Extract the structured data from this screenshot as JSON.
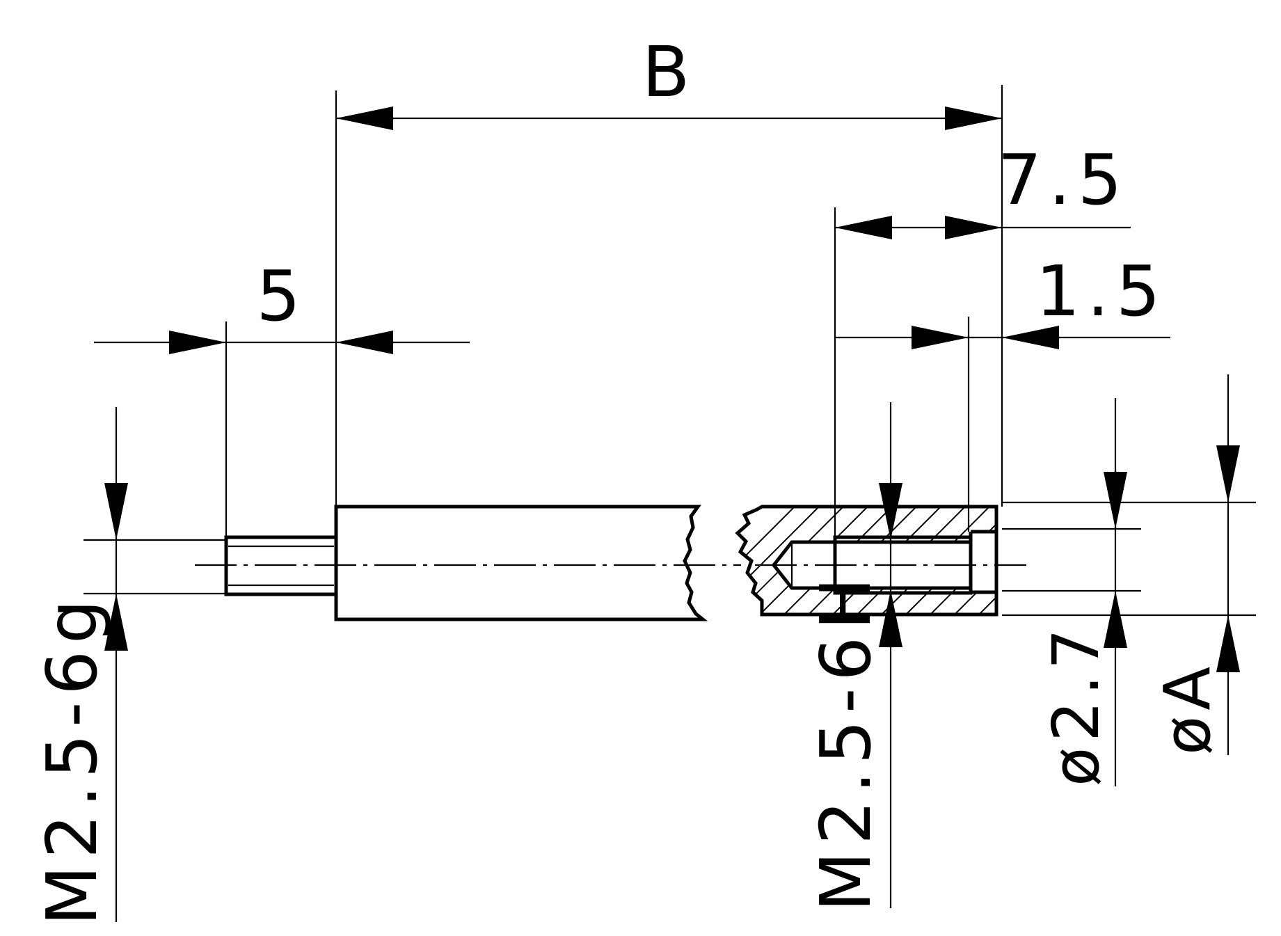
{
  "dimensions": {
    "overall_length": "B",
    "thread_length": "5",
    "bore_depth": "7.5",
    "counterbore_depth": "1.5",
    "external_thread": "M2.5-6g",
    "internal_thread": "M2.5-6H",
    "bore_diameter": "ø2.7",
    "outer_diameter": "øA"
  }
}
